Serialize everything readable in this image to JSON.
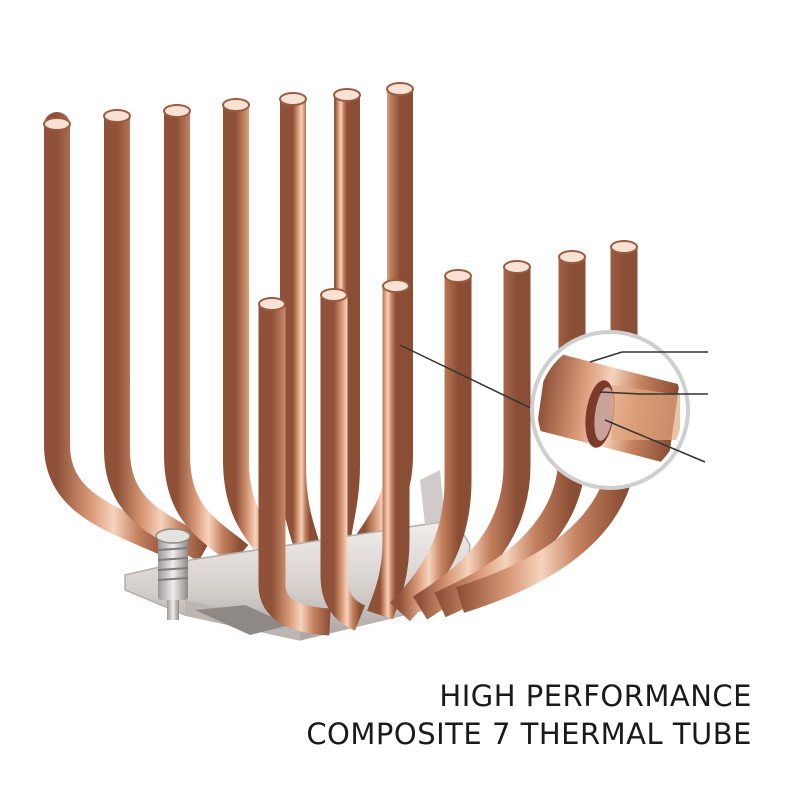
{
  "caption": {
    "line1": "HIGH PERFORMANCE",
    "line2": "COMPOSITE 7 THERMAL TUBE"
  },
  "colors": {
    "background": "#ffffff",
    "copper": "#c98a6a",
    "copper_dark": "#9a5b40",
    "copper_light": "#f2cdb6",
    "base_metal": "#d8d3d0",
    "text": "#1a1a1a"
  },
  "tube_count": 14
}
